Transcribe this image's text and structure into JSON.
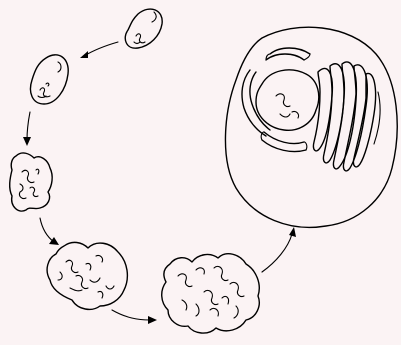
{
  "diagram": {
    "stages": [
      {
        "id": "stage-1",
        "order": 1
      },
      {
        "id": "stage-2",
        "order": 2
      },
      {
        "id": "stage-3",
        "order": 3
      },
      {
        "id": "stage-4",
        "order": 4
      },
      {
        "id": "stage-5",
        "order": 5
      },
      {
        "id": "stage-6",
        "order": 6
      }
    ],
    "arrows": [
      {
        "from": "stage-1",
        "to": "stage-2"
      },
      {
        "from": "stage-2",
        "to": "stage-3"
      },
      {
        "from": "stage-3",
        "to": "stage-4"
      },
      {
        "from": "stage-4",
        "to": "stage-5"
      },
      {
        "from": "stage-5",
        "to": "stage-6"
      }
    ],
    "colors": {
      "background": "#fbf3f4",
      "ink": "#000000"
    }
  }
}
